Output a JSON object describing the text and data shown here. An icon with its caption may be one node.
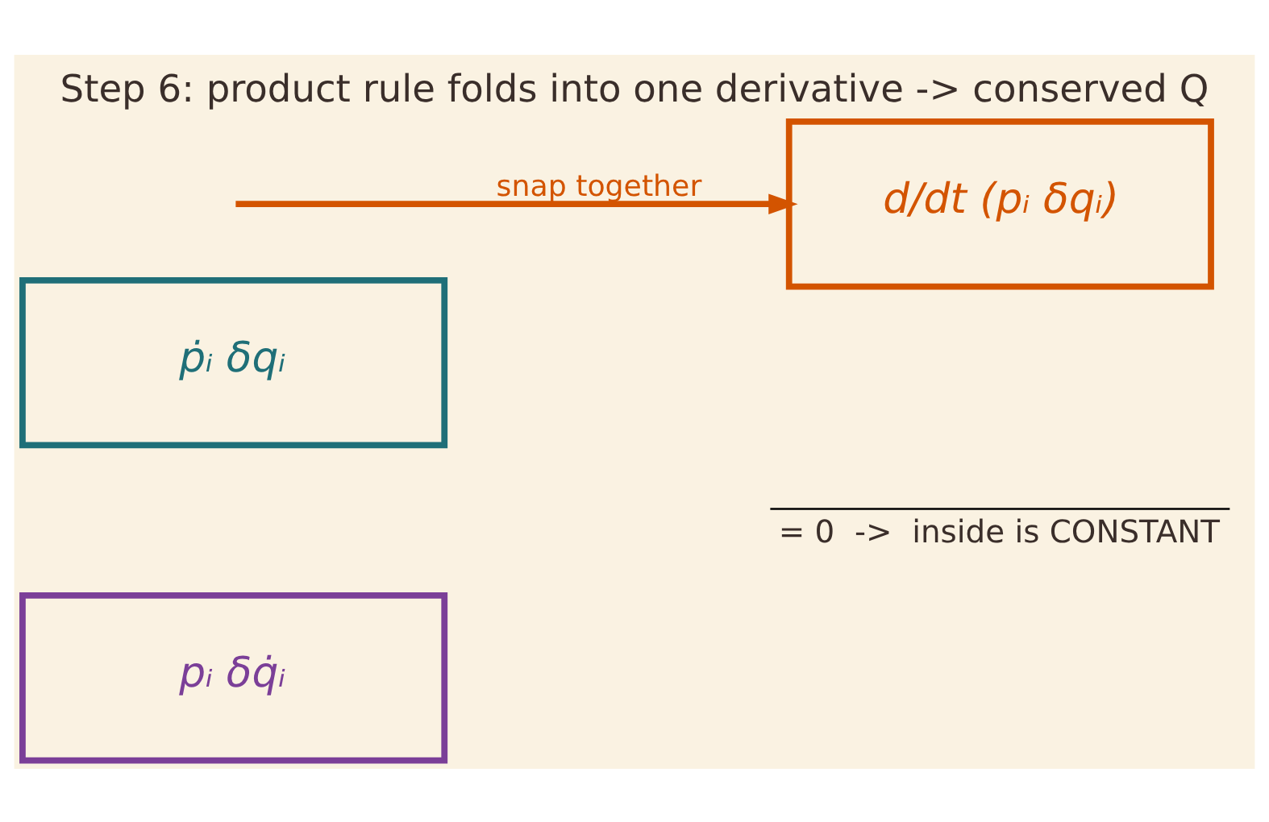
{
  "diagram": {
    "title": "Step 6: product rule folds into one derivative -> conserved Q",
    "nodes": [
      {
        "text": [
          "ṗᵢ δqᵢ"
        ]
      },
      {
        "text": [
          "pᵢ δq̇ᵢ"
        ]
      },
      {
        "text": [
          "d/dt (pᵢ δqᵢ)"
        ]
      }
    ],
    "edges": [
      {
        "from": null,
        "to": 2,
        "arrow": "to",
        "label": "snap together",
        "color": "#d35400"
      }
    ],
    "labels": [
      "= 0  ->  inside is CONSTANT"
    ]
  }
}
